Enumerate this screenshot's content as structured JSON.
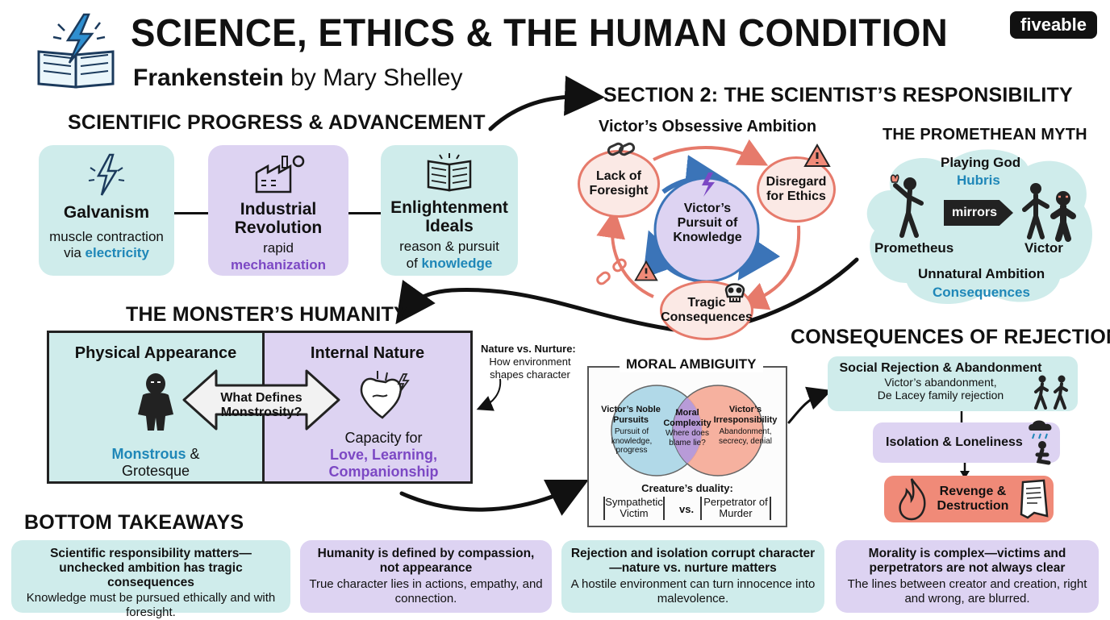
{
  "header": {
    "title": "SCIENCE, ETHICS & THE HUMAN CONDITION",
    "subtitle_bold": "Frankenstein",
    "subtitle_rest": " by Mary Shelley",
    "brand": "fiveable"
  },
  "progress": {
    "heading": "SCIENTIFIC PROGRESS & ADVANCEMENT",
    "cards": [
      {
        "title": "Galvanism",
        "line1": "muscle contraction",
        "line2_pre": "via ",
        "line2_hl": "electricity"
      },
      {
        "title": "Industrial Revolution",
        "line1": "rapid",
        "line2_pre": "",
        "line2_hl": "mechanization"
      },
      {
        "title": "Enlightenment Ideals",
        "line1": "reason & pursuit",
        "line2_pre": "of ",
        "line2_hl": "knowledge"
      }
    ]
  },
  "section2": {
    "heading": "SECTION 2: THE SCIENTIST’S RESPONSIBILITY",
    "cycle_title": "Victor’s Obsessive Ambition",
    "center": "Victor’s Pursuit of Knowledge",
    "nodes": {
      "foresight": "Lack of Foresight",
      "ethics": "Disregard for Ethics",
      "tragic": "Tragic Consequences"
    },
    "myth": {
      "heading": "THE PROMETHEAN MYTH",
      "playing_god": "Playing God",
      "hubris": "Hubris",
      "mirrors": "mirrors",
      "prometheus": "Prometheus",
      "victor": "Victor",
      "unnatural": "Unnatural Ambition",
      "consequences": "Consequences"
    }
  },
  "monster": {
    "heading": "THE MONSTER’S HUMANITY",
    "left_title": "Physical Appearance",
    "left_hl": "Monstrous",
    "left_rest": " &",
    "left_line2": "Grotesque",
    "right_title": "Internal Nature",
    "right_line1": "Capacity for",
    "right_hl1": "Love, Learning,",
    "right_hl2": "Companionship",
    "arrow_text": "What Defines Monstrosity?",
    "note_title": "Nature vs. Nurture:",
    "note_body": "How environment shapes character"
  },
  "ambiguity": {
    "heading": "MORAL AMBIGUITY",
    "left_title": "Victor’s Noble Pursuits",
    "left_body": "Pursuit of knowledge, progress",
    "mid_title": "Moral Complexity",
    "mid_body": "Where does blame lie?",
    "right_title": "Victor’s Irresponsibility",
    "right_body": "Abandonment, secrecy, denial",
    "duality": "Creature’s duality:",
    "victim": "Sympathetic Victim",
    "vs": "vs.",
    "perp": "Perpetrator of Murder"
  },
  "rejection": {
    "heading": "CONSEQUENCES OF REJECTION",
    "step1_title": "Social Rejection & Abandonment",
    "step1_body1": "Victor’s abandonment,",
    "step1_body2": "De Lacey family rejection",
    "step2": "Isolation & Loneliness",
    "step3": "Revenge & Destruction"
  },
  "takeaways": {
    "heading": "BOTTOM TAKEAWAYS",
    "items": [
      {
        "bold": "Scientific responsibility matters—unchecked ambition has tragic consequences",
        "note": "Knowledge must be pursued ethically and with foresight."
      },
      {
        "bold": "Humanity is defined by compassion, not appearance",
        "note": "True character lies in actions, empathy, and connection."
      },
      {
        "bold": "Rejection and isolation corrupt character—nature vs. nurture matters",
        "note": "A hostile environment can turn innocence into malevolence."
      },
      {
        "bold": "Morality is complex—victims and perpetrators are not always clear",
        "note": "The lines between creator and creation, right and wrong, are blurred."
      }
    ]
  },
  "colors": {
    "teal": "#cfeceb",
    "purple": "#ddd3f2",
    "coral": "#f08a78",
    "blue": "#1f87b8",
    "violet": "#7c48c4"
  }
}
